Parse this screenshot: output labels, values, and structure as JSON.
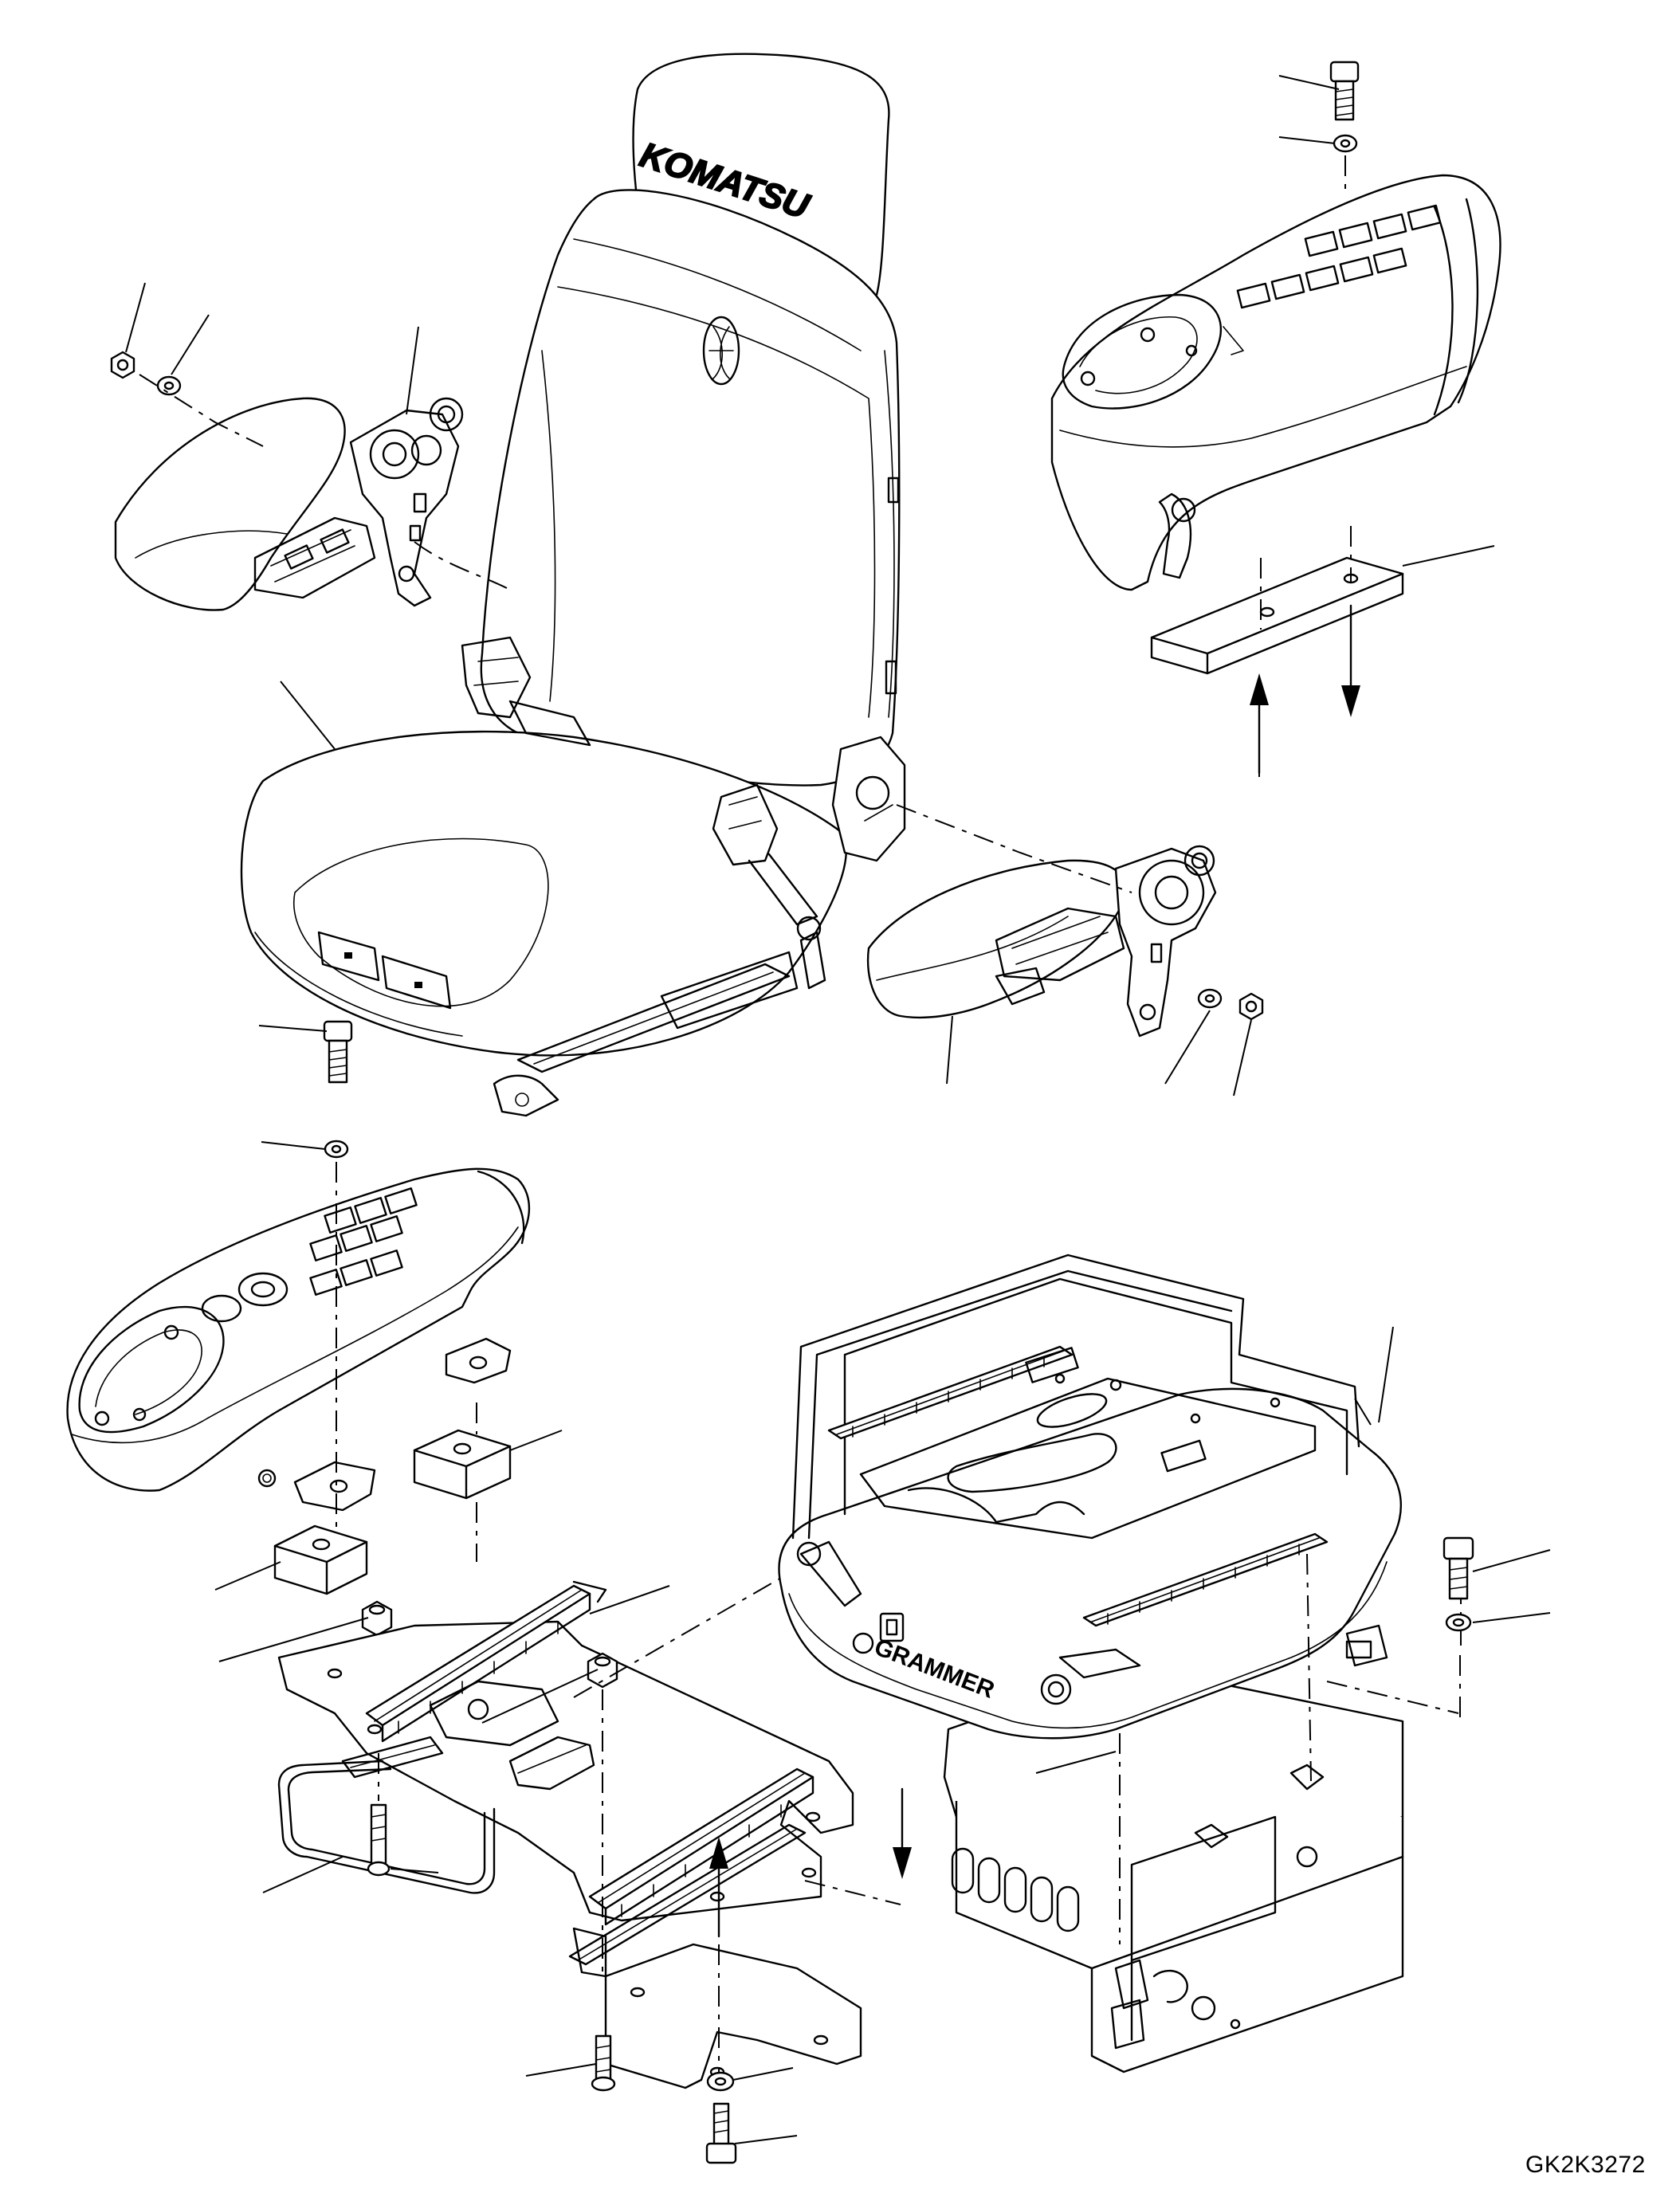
{
  "drawing": {
    "code": "GK2K3272",
    "brand_headrest": "KOMATSU",
    "brand_suspension": "GRAMMER"
  },
  "parts": [
    {
      "id": "seat-assembly"
    },
    {
      "id": "headrest"
    },
    {
      "id": "armrest-left"
    },
    {
      "id": "armrest-right"
    },
    {
      "id": "control-box-right"
    },
    {
      "id": "control-box-left"
    },
    {
      "id": "spacer-block"
    },
    {
      "id": "seat-rail-frame"
    },
    {
      "id": "suspension-unit"
    },
    {
      "id": "bracket-rod"
    }
  ],
  "colors": {
    "line": "#000000",
    "background": "#ffffff"
  }
}
